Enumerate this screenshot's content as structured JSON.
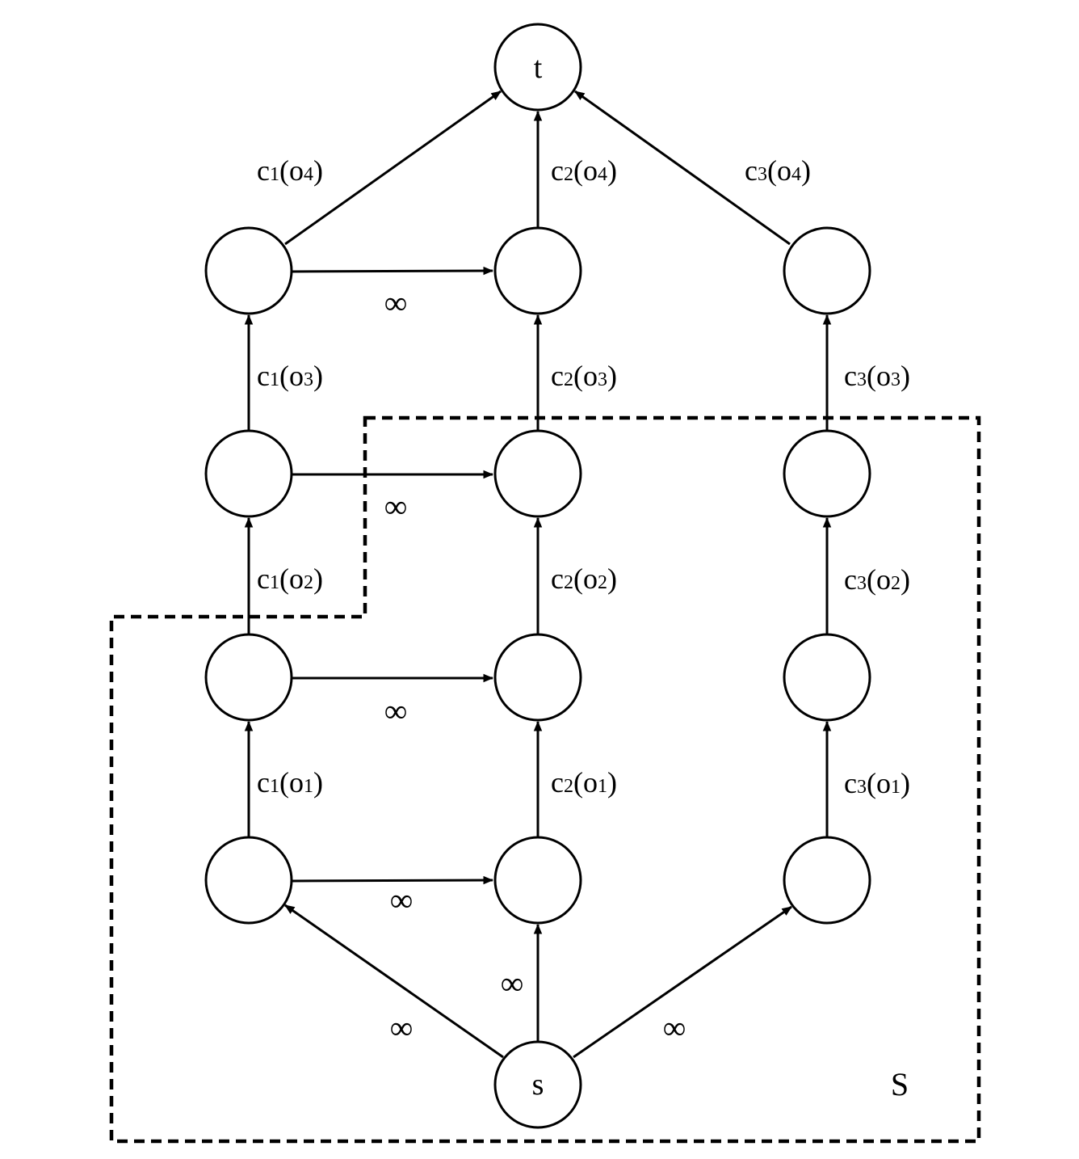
{
  "nodes": {
    "t": "t",
    "s": "s"
  },
  "edge_labels": {
    "c1o1": {
      "base": "c",
      "sub": "1",
      "arg": "o",
      "argsub": "1"
    },
    "c1o2": {
      "base": "c",
      "sub": "1",
      "arg": "o",
      "argsub": "2"
    },
    "c1o3": {
      "base": "c",
      "sub": "1",
      "arg": "o",
      "argsub": "3"
    },
    "c1o4": {
      "base": "c",
      "sub": "1",
      "arg": "o",
      "argsub": "4"
    },
    "c2o1": {
      "base": "c",
      "sub": "2",
      "arg": "o",
      "argsub": "1"
    },
    "c2o2": {
      "base": "c",
      "sub": "2",
      "arg": "o",
      "argsub": "2"
    },
    "c2o3": {
      "base": "c",
      "sub": "2",
      "arg": "o",
      "argsub": "3"
    },
    "c2o4": {
      "base": "c",
      "sub": "2",
      "arg": "o",
      "argsub": "4"
    },
    "c3o1": {
      "base": "c",
      "sub": "3",
      "arg": "o",
      "argsub": "1"
    },
    "c3o2": {
      "base": "c",
      "sub": "3",
      "arg": "o",
      "argsub": "2"
    },
    "c3o3": {
      "base": "c",
      "sub": "3",
      "arg": "o",
      "argsub": "3"
    },
    "c3o4": {
      "base": "c",
      "sub": "3",
      "arg": "o",
      "argsub": "4"
    }
  },
  "paren_open": "(",
  "paren_close": ")",
  "infinity": "∞",
  "cut_label": "S"
}
